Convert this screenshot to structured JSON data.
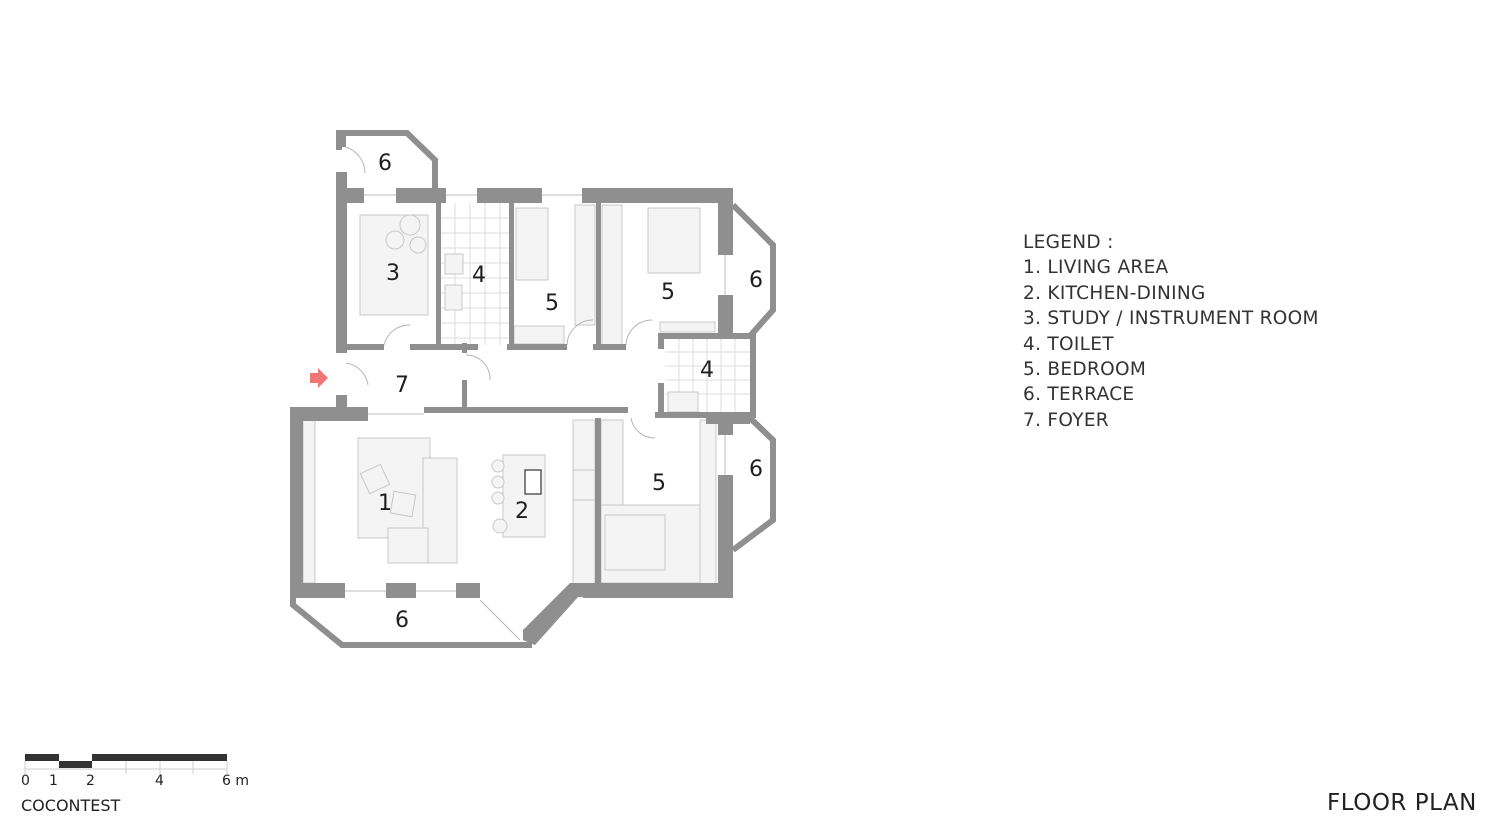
{
  "legend": {
    "title": "LEGEND :",
    "items": [
      "1. LIVING AREA",
      "2. KITCHEN-DINING",
      "3. STUDY / INSTRUMENT ROOM",
      "4. TOILET",
      "5. BEDROOM",
      "6. TERRACE",
      "7. FOYER"
    ]
  },
  "rooms": [
    "6",
    "3",
    "4",
    "5",
    "5",
    "6",
    "4",
    "7",
    "1",
    "2",
    "5",
    "6",
    "6"
  ],
  "scale": {
    "labels": [
      "0",
      "1",
      "2",
      "4",
      "6 m"
    ]
  },
  "brand": "COCONTEST",
  "title": "FLOOR PLAN",
  "colors": {
    "wall": "#8f8f8f",
    "entry_arrow": "#f07575"
  }
}
